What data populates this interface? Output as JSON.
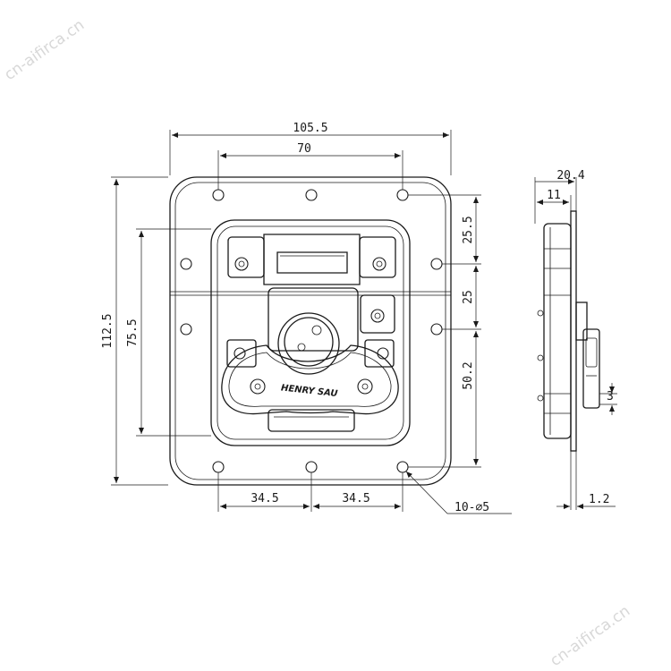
{
  "watermark": "cn-aifirca.cn",
  "brand": "HENRY SAU",
  "dimensions": {
    "overall_width": "105.5",
    "hole_span": "70",
    "overall_height": "112.5",
    "inner_height": "75.5",
    "right_top": "25.5",
    "right_mid": "25",
    "right_bottom": "50.2",
    "bottom_left": "34.5",
    "bottom_right": "34.5",
    "hole_callout": "10-∅5",
    "side_depth": "20.4",
    "side_inner": "11",
    "side_tab": "3",
    "side_plate": "1.2"
  }
}
